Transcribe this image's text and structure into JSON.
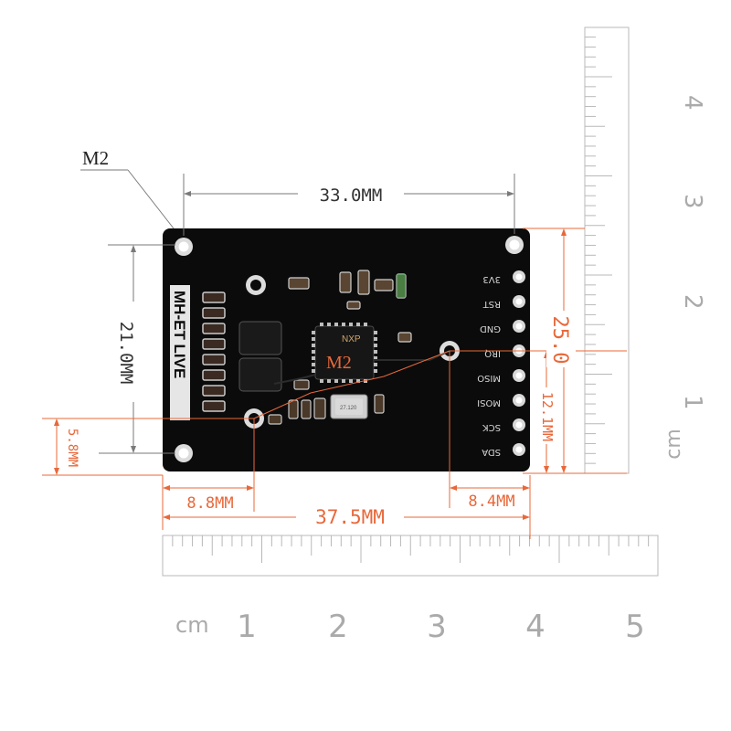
{
  "colors": {
    "board": "#0b0b0b",
    "orange": "#e8683a",
    "ruler": "#b8b8b8",
    "dim_line": "#7a7a7a"
  },
  "labels": {
    "hole_callout": "M2",
    "width_top": "33.0MM",
    "height_left": "21.0MM",
    "height_right": "25.0",
    "left_offset": "5.8MM",
    "right_offset": "12.1MM",
    "bottom_left": "8.8MM",
    "bottom_right": "8.4MM",
    "bottom_total": "37.5MM"
  },
  "board": {
    "brand": "MH-ET LIVE",
    "chip_brand": "NXP",
    "chip_mark": "M2",
    "crystal_mark": "27.120",
    "pins": [
      "3V3",
      "RST",
      "GND",
      "IRQ",
      "MISO",
      "MOSI",
      "SCK",
      "SDA"
    ]
  },
  "rulers": {
    "unit": "cm",
    "horizontal_numbers": [
      "1",
      "2",
      "3",
      "4",
      "5"
    ],
    "vertical_numbers": [
      "1",
      "2",
      "3",
      "4"
    ]
  }
}
